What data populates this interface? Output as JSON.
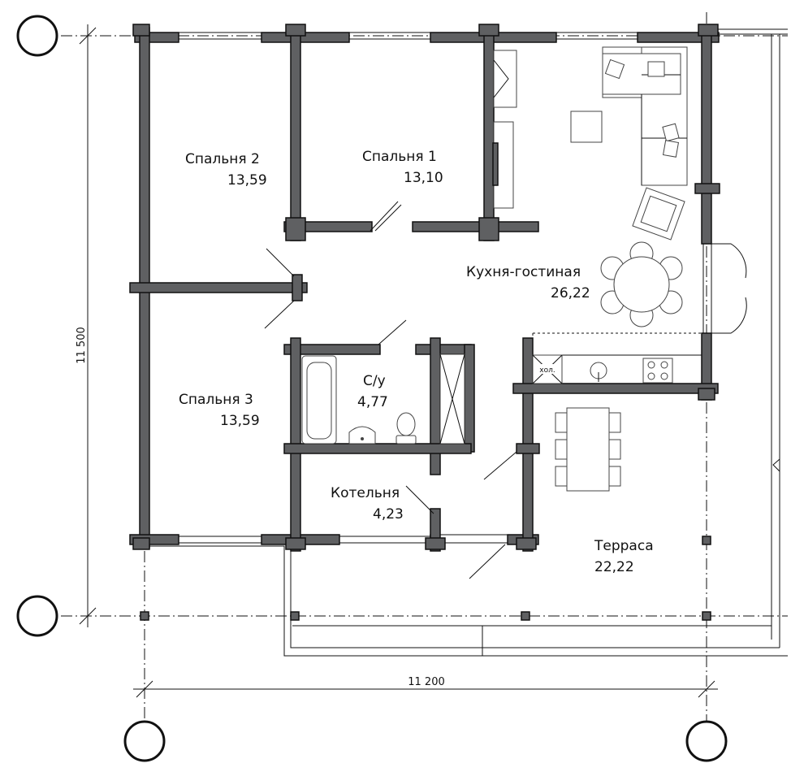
{
  "rooms": {
    "bedroom2": {
      "name": "Спальня 2",
      "area": "13,59"
    },
    "bedroom1": {
      "name": "Спальня 1",
      "area": "13,10"
    },
    "kitchen_living": {
      "name": "Кухня-гостиная",
      "area": "26,22"
    },
    "bedroom3": {
      "name": "Спальня 3",
      "area": "13,59"
    },
    "bathroom": {
      "name": "С/у",
      "area": "4,77"
    },
    "boiler_room": {
      "name": "Котельня",
      "area": "4,23"
    },
    "terrace": {
      "name": "Терраса",
      "area": "22,22"
    }
  },
  "fridge_label": "хол.",
  "dimensions": {
    "height": "11 500",
    "width": "11 200"
  }
}
